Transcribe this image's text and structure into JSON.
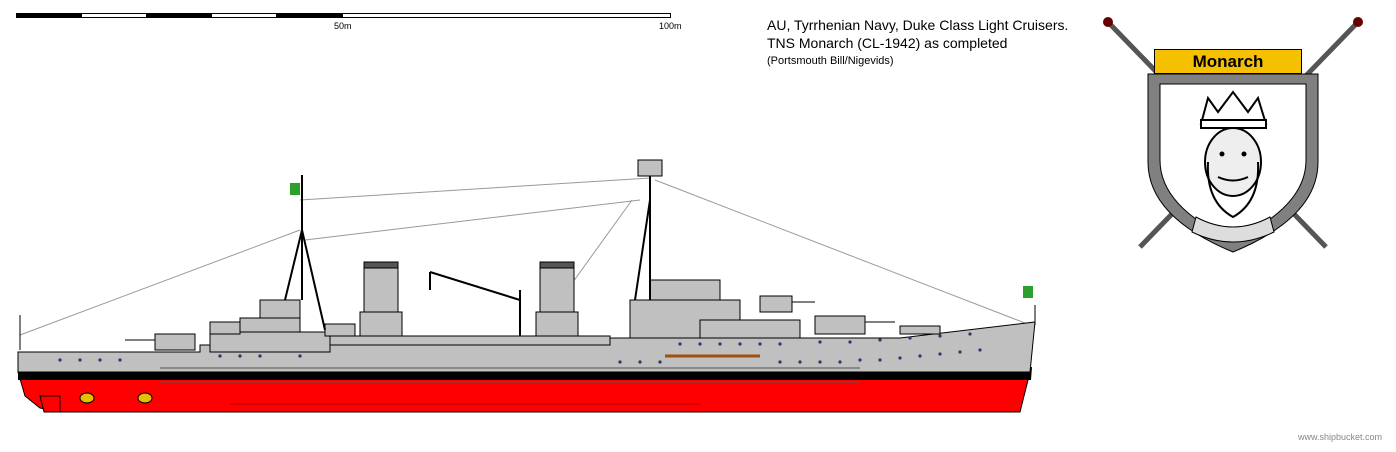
{
  "scale_bar": {
    "labels": [
      "50m",
      "100m"
    ]
  },
  "caption": {
    "line1": "AU, Tyrrhenian Navy, Duke Class Light Cruisers.",
    "line2": "TNS Monarch (CL-1942) as completed",
    "credit": "(Portsmouth Bill/Nigevids)"
  },
  "crest": {
    "name": "Monarch",
    "banner_color": "#f5c000",
    "shield_color": "#808080"
  },
  "colors": {
    "hull": "#c0c0c0",
    "antifouling": "#ff0000",
    "boot_topping": "#000000"
  },
  "watermark": "www.shipbucket.com"
}
